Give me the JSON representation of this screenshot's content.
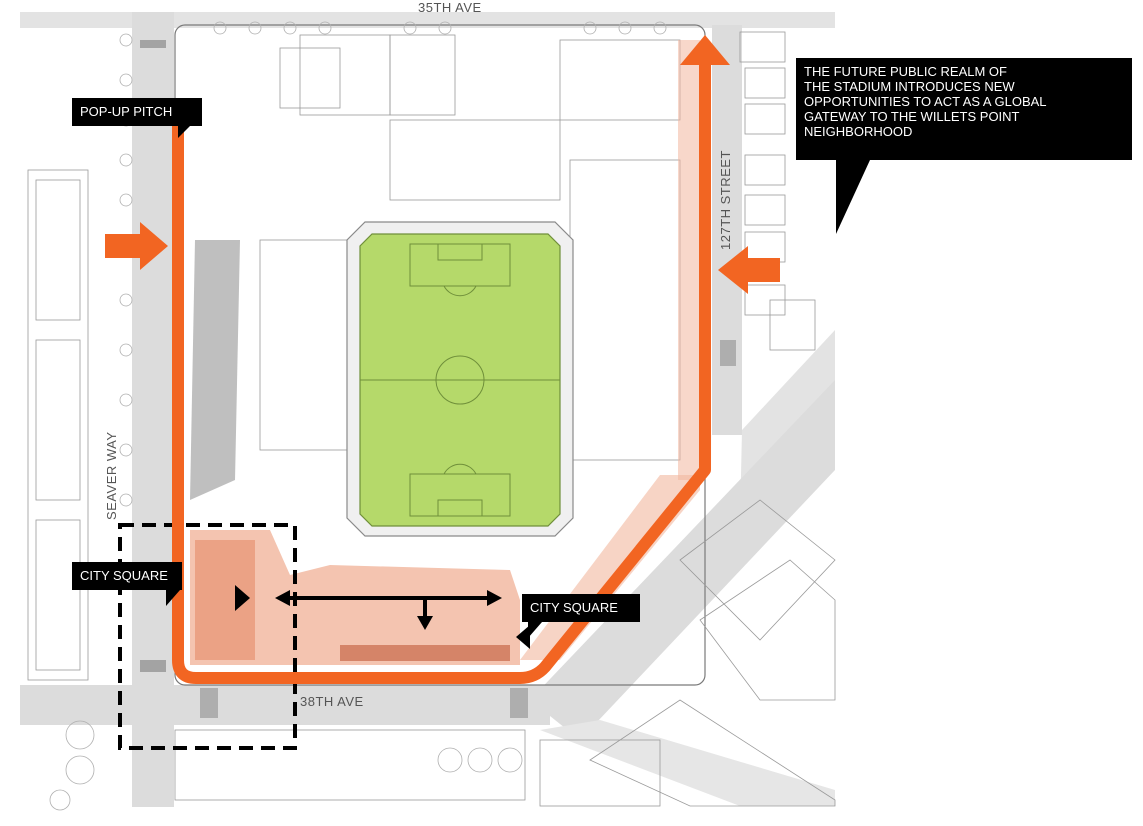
{
  "streets": {
    "north": "35TH AVE",
    "south": "38TH AVE",
    "west": "SEAVER WAY",
    "east": "127TH STREET"
  },
  "labels": {
    "pop_up_pitch": "POP-UP PITCH",
    "city_square_west": "CITY SQUARE",
    "city_square_south": "CITY SQUARE"
  },
  "callout_lines": [
    "THE FUTURE PUBLIC REALM OF",
    "THE STADIUM INTRODUCES NEW",
    "OPPORTUNITIES TO ACT AS A GLOBAL",
    "GATEWAY TO THE WILLETS POINT",
    "NEIGHBORHOOD"
  ],
  "colors": {
    "route_orange": "#f26522",
    "pitch_green": "#b5d96a",
    "plaza_pink": "#f4c4b0",
    "plaza_dark": "#e89a7a",
    "callout_black": "#000000",
    "street_gray": "#d9d9d9",
    "line_gray": "#9a9a9a"
  }
}
